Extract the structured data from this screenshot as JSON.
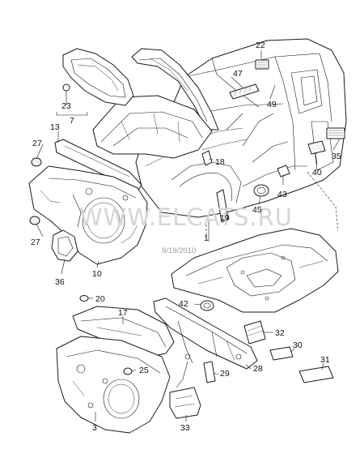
{
  "watermark": "WWW.ELCATS.RU",
  "date_stamp": "9/19/2010",
  "callouts": {
    "p22": "22",
    "p47": "47",
    "p49": "49",
    "p23": "23",
    "p7": "7",
    "p13": "13",
    "p27a": "27",
    "p27b": "27",
    "p18": "18",
    "p1": "1",
    "p19": "19",
    "p45": "45",
    "p43": "43",
    "p40": "40",
    "p35": "35",
    "p36": "36",
    "p10": "10",
    "p20": "20",
    "p17": "17",
    "p42": "42",
    "p32": "32",
    "p30": "30",
    "p31": "31",
    "p25": "25",
    "p29": "29",
    "p28": "28",
    "p3": "3",
    "p33": "33"
  }
}
